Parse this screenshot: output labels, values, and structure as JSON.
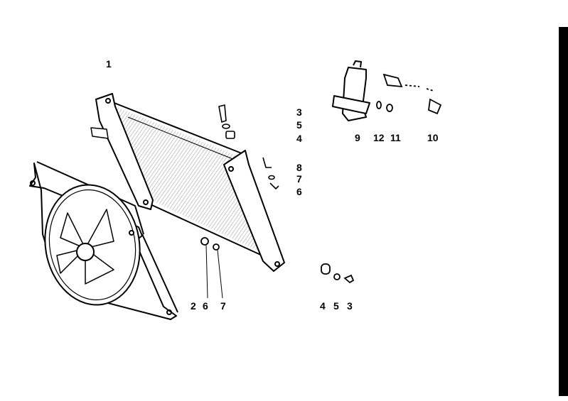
{
  "callouts": {
    "c1": "1",
    "c3a": "3",
    "c5a": "5",
    "c4a": "4",
    "c8": "8",
    "c7a": "7",
    "c6a": "6",
    "c9": "9",
    "c12": "12",
    "c11": "11",
    "c10": "10",
    "c2": "2",
    "c6b": "6",
    "c7b": "7",
    "c4b": "4",
    "c5b": "5",
    "c3b": "3"
  },
  "colors": {
    "ink": "#000000",
    "paper": "#ffffff"
  }
}
